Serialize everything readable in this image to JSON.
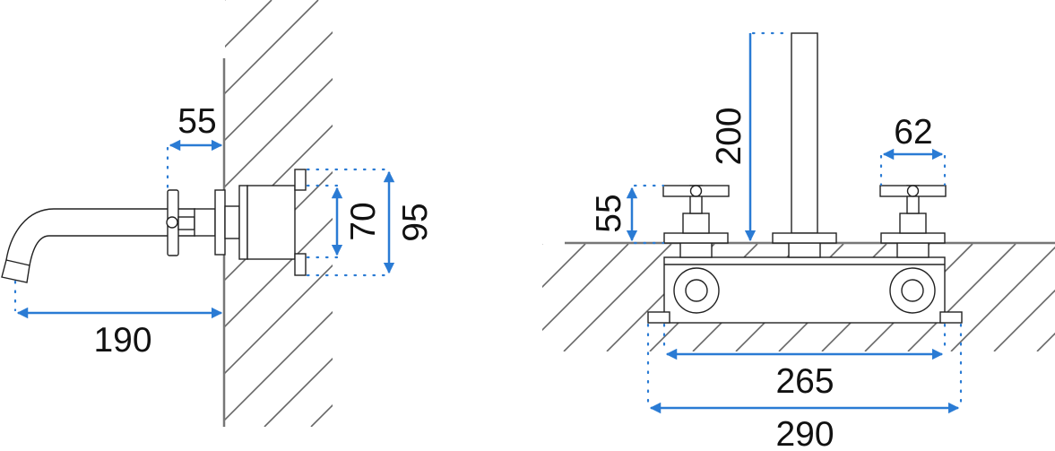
{
  "title": "Wall-mounted and deck-mounted tap dimension drawing",
  "colors": {
    "dimension": "#2a7bd4",
    "outline": "#222222",
    "hatch": "#666666"
  },
  "side_view": {
    "dims": {
      "projection": "55",
      "inner_height": "70",
      "outer_height": "95",
      "spout_reach": "190"
    }
  },
  "front_view": {
    "dims": {
      "spout_height": "200",
      "handle_height": "55",
      "handle_width": "62",
      "body_width": "265",
      "overall_width": "290"
    }
  }
}
